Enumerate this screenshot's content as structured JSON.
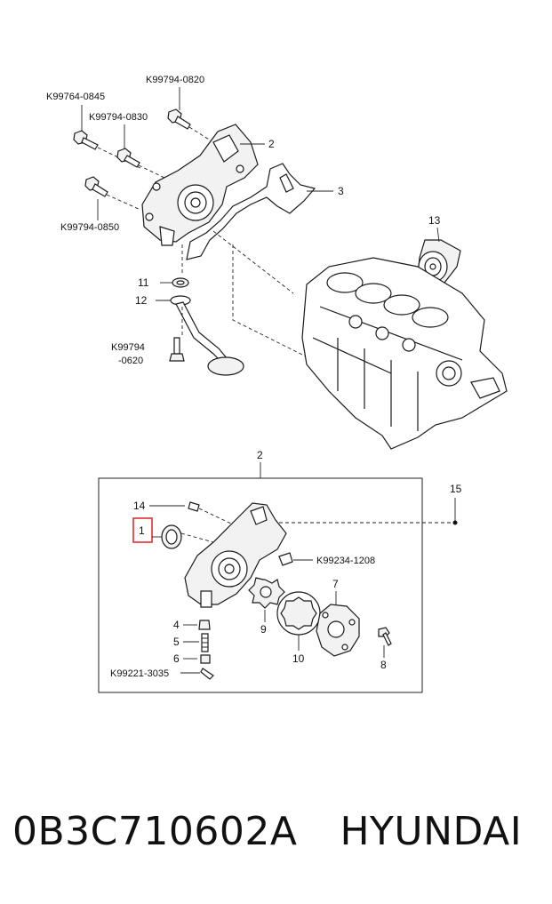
{
  "upper_labels": {
    "k99764_0845": "K99764-0845",
    "k99794_0820": "K99794-0820",
    "k99794_0830": "K99794-0830",
    "k99794_0850": "K99794-0850",
    "k99794_0620_a": "K99794",
    "k99794_0620_b": "-0620",
    "n2": "2",
    "n3": "3",
    "n11": "11",
    "n12": "12",
    "n13": "13"
  },
  "lower_labels": {
    "n2_box": "2",
    "n15": "15",
    "n14": "14",
    "n1": "1",
    "k99234_1208": "K99234-1208",
    "n4": "4",
    "n5": "5",
    "n6": "6",
    "k99221_3035": "K99221-3035",
    "n7": "7",
    "n8": "8",
    "n9": "9",
    "n10": "10"
  },
  "highlight_color": "#e03030",
  "caption": {
    "part_number": "0B3C710602A",
    "brand": "HYUNDAI"
  }
}
